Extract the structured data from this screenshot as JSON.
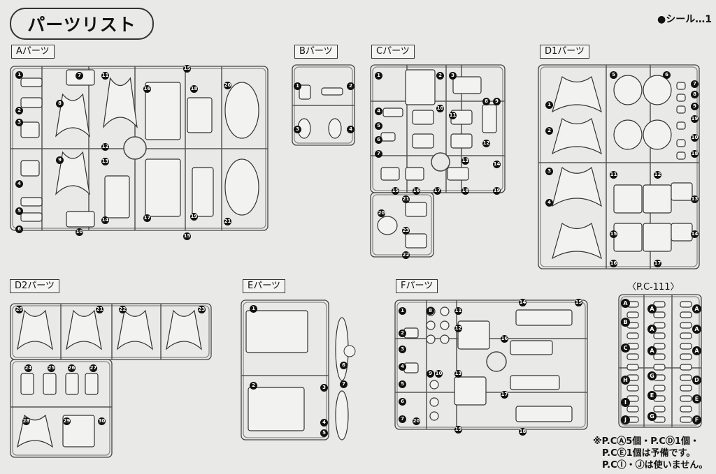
{
  "title": "パーツリスト",
  "seal": "●シール…1",
  "sprues": {
    "A": {
      "label": "Aパーツ",
      "parts": [
        "1",
        "2",
        "3",
        "4",
        "5",
        "6",
        "7",
        "8",
        "9",
        "10",
        "11",
        "12",
        "13",
        "14",
        "15",
        "15",
        "16",
        "17",
        "18",
        "19",
        "20",
        "21"
      ],
      "marker": "A"
    },
    "B": {
      "label": "Bパーツ",
      "parts": [
        "1",
        "2",
        "3",
        "4"
      ]
    },
    "C": {
      "label": "Cパーツ",
      "parts": [
        "1",
        "2",
        "3",
        "4",
        "5",
        "6",
        "7",
        "8",
        "9",
        "10",
        "11",
        "12",
        "13",
        "14",
        "15",
        "16",
        "17",
        "18",
        "19",
        "20",
        "21",
        "22",
        "23"
      ]
    },
    "D1": {
      "label": "D1パーツ",
      "parts": [
        "1",
        "2",
        "3",
        "4",
        "5",
        "6",
        "7",
        "8",
        "9",
        "10",
        "11",
        "12",
        "13",
        "14",
        "15",
        "16",
        "17",
        "18",
        "19"
      ]
    },
    "D2": {
      "label": "D2パーツ",
      "parts": [
        "20",
        "21",
        "22",
        "23",
        "24",
        "25",
        "26",
        "27",
        "28",
        "29",
        "30"
      ]
    },
    "E": {
      "label": "Eパーツ",
      "parts": [
        "1",
        "2",
        "3",
        "4",
        "5",
        "6",
        "7"
      ]
    },
    "F": {
      "label": "Fパーツ",
      "parts": [
        "1",
        "2",
        "3",
        "4",
        "5",
        "6",
        "7",
        "8",
        "9",
        "10",
        "11",
        "12",
        "13",
        "14",
        "15",
        "16",
        "17",
        "18",
        "19",
        "20"
      ]
    }
  },
  "pc": {
    "title": "〈P.C-111〉",
    "parts": [
      "A",
      "A",
      "A",
      "B",
      "A",
      "A",
      "C",
      "A",
      "A",
      "H",
      "G",
      "D",
      "E",
      "E",
      "I",
      "J",
      "G",
      "F"
    ]
  },
  "note": [
    "※P.CⒶ5個・P.CⒹ1個・",
    "P.CⒺ1個は予備です。",
    "P.CⒾ・Ⓙは使いません。"
  ]
}
